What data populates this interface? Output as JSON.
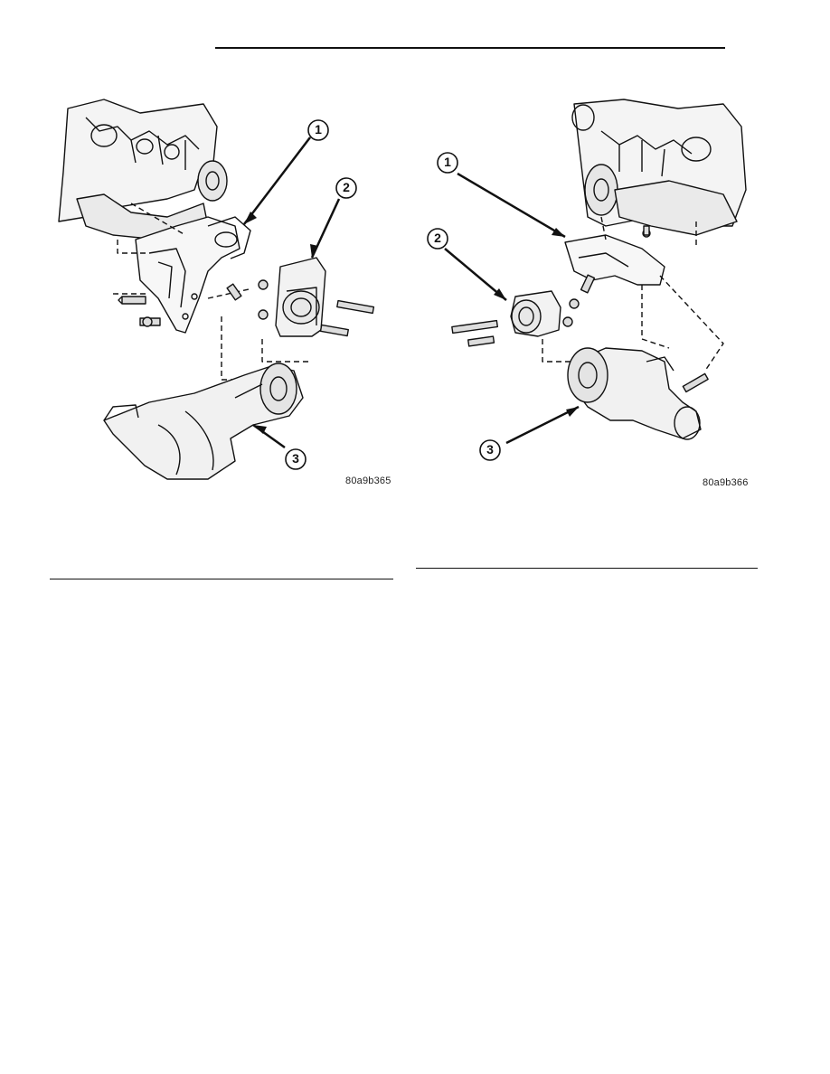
{
  "figures": [
    {
      "figure_id": "80a9b365",
      "callouts": [
        "1",
        "2",
        "3"
      ]
    },
    {
      "figure_id": "80a9b366",
      "callouts": [
        "1",
        "2",
        "3"
      ]
    }
  ]
}
